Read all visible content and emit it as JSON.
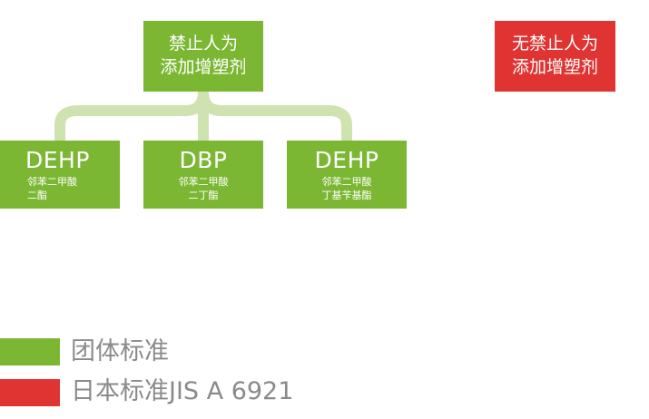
{
  "root": {
    "line1": "禁止人为",
    "line2": "添加增塑剂"
  },
  "children": [
    {
      "code": "DEHP",
      "line1": "邻苯二甲酸",
      "line2": "二酯"
    },
    {
      "code": "DBP",
      "line1": "邻苯二甲酸",
      "line2": "二丁酯"
    },
    {
      "code": "DEHP",
      "line1": "邻苯二甲酸",
      "line2": "丁基苄基酯"
    }
  ],
  "red_box": {
    "line1": "无禁止人为",
    "line2": "添加增塑剂"
  },
  "legend": [
    {
      "label": "团体标准",
      "color": "#7cb733"
    },
    {
      "label": "日本标准JIS A 6921",
      "color": "#df3431"
    }
  ],
  "colors": {
    "green": "#7cb733",
    "red": "#df3431",
    "connector": "#cfe3b0",
    "legend_text": "#8a8a8a"
  }
}
